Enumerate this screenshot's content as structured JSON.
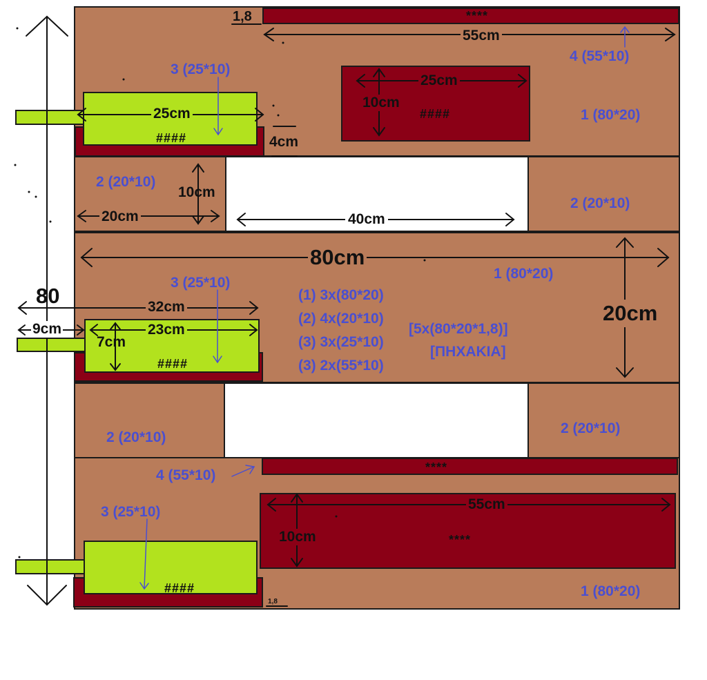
{
  "labels": {
    "thickness_top": "1,8",
    "thickness_bottom": "1,8",
    "total_height": "80",
    "dim_55_top": "55cm",
    "dim_25_mid": "25cm",
    "dim_10_mid": "10cm",
    "dim_25_left": "25cm",
    "dim_4": "4cm",
    "dim_10_left": "10cm",
    "dim_20_left": "20cm",
    "dim_40": "40cm",
    "dim_80": "80cm",
    "dim_20_right": "20cm",
    "dim_32": "32cm",
    "dim_9": "9cm",
    "dim_23": "23cm",
    "dim_7": "7cm",
    "dim_55_bottom": "55cm",
    "dim_10_bottom": "10cm"
  },
  "parts": {
    "p4_top": "4 (55*10)",
    "p3_top": "3 (25*10)",
    "p1_top": "1 (80*20)",
    "p2_left_upper": "2 (20*10)",
    "p2_right_upper": "2 (20*10)",
    "p1_middle": "1 (80*20)",
    "p3_middle": "3 (25*10)",
    "p2_left_lower": "2 (20*10)",
    "p2_right_lower": "2 (20*10)",
    "p4_bottom": "4 (55*10)",
    "p3_bottom": "3 (25*10)",
    "p1_bottom": "1 (80*20)"
  },
  "markers": {
    "m_top_strip": "****",
    "m_mid_block": "####",
    "m_left_top": "####",
    "m_left_mid": "####",
    "m_bottom_strip": "****",
    "m_bottom_block": "****",
    "m_left_bottom": "####"
  },
  "cut_list": {
    "lines": [
      "(1) 3x(80*20)",
      "(2) 4x(20*10)",
      "(3) 3x(25*10)",
      "(3) 2x(55*10)"
    ],
    "total": "[5x(80*20*1,8)]",
    "unit": "[ΠΗΧΑΚΙΑ]"
  },
  "colors": {
    "wood": "#b97c5a",
    "dark_red": "#8b0016",
    "lime": "#b2e21e",
    "label_blue": "#4a4fd0"
  }
}
